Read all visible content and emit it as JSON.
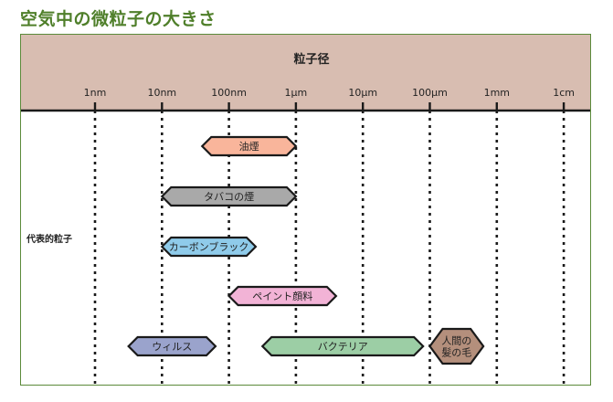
{
  "title": "空気中の微粒子の大きさ",
  "header_label": "粒子径",
  "row_label": "代表的粒子",
  "colors": {
    "title": "#4f7f2a",
    "frame_border": "#5b8a3a",
    "header_bg": "#d8bdb1",
    "axis_line": "#1a1a1a"
  },
  "chart_data": {
    "type": "range",
    "scale": "log10 (meters)",
    "ticks": [
      {
        "label": "1nm",
        "exp": -9
      },
      {
        "label": "10nm",
        "exp": -8
      },
      {
        "label": "100nm",
        "exp": -7
      },
      {
        "label": "1μm",
        "exp": -6
      },
      {
        "label": "10μm",
        "exp": -5
      },
      {
        "label": "100μm",
        "exp": -4
      },
      {
        "label": "1mm",
        "exp": -3
      },
      {
        "label": "1cm",
        "exp": -2
      }
    ],
    "ranges": [
      {
        "name": "油煙",
        "from": -7.4,
        "to": -6.0,
        "color": "#f9b59b",
        "row": 0
      },
      {
        "name": "タバコの煙",
        "from": -8.0,
        "to": -6.0,
        "color": "#a9a9a9",
        "row": 1
      },
      {
        "name": "カーボンブラック",
        "from": -8.0,
        "to": -6.6,
        "color": "#8fcbea",
        "row": 2
      },
      {
        "name": "ペイント顔料",
        "from": -7.0,
        "to": -5.4,
        "color": "#f2b3d6",
        "row": 3
      },
      {
        "name": "ウィルス",
        "from": -8.5,
        "to": -7.2,
        "color": "#9aa3cc",
        "row": 4
      },
      {
        "name": "バクテリア",
        "from": -6.5,
        "to": -4.1,
        "color": "#9ccea5",
        "row": 4
      },
      {
        "name": "人間の\n髪の毛",
        "from": -4.0,
        "to": -3.2,
        "color": "#b48f7c",
        "row": 4
      }
    ]
  }
}
